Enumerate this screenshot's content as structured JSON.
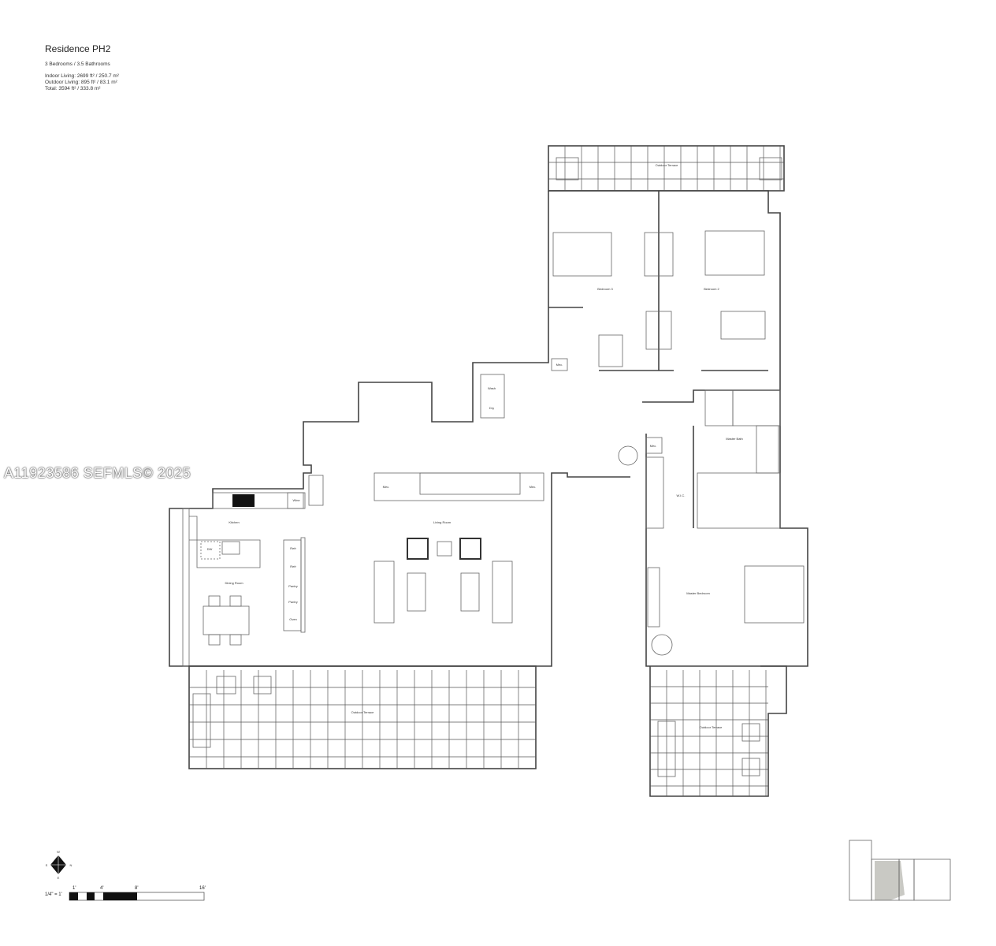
{
  "header": {
    "title": "Residence PH2",
    "bedrooms_baths": "3 Bedrooms / 3.5 Bathrooms",
    "indoor": "Indoor Living: 2699 ft² / 250.7 m²",
    "outdoor": "Outdoor Living: 895 ft² / 83.1 m²",
    "total": "Total: 3594 ft² / 333.8 m²"
  },
  "rooms": {
    "terrace_top": "Outdoor Terrace",
    "bedroom3": "Bedroom 3",
    "bedroom2": "Bedroom 2",
    "wash": "Wash",
    "dry": "Dry",
    "mec1": "Mec.",
    "mec2": "Mec.",
    "mec3": "Mec.",
    "mec4": "Mec.",
    "master_bath": "Master Bath",
    "wic": "W.I.C.",
    "master_bedroom": "Master Bedroom",
    "kitchen": "Kitchen",
    "wine": "Wine",
    "dw": "DW",
    "refr1": "Refr",
    "refr2": "Refr",
    "pantry1": "Pantry",
    "pantry2": "Pantry",
    "oven": "Oven",
    "dining": "Dining Room",
    "living": "Living Room",
    "terrace_main": "Outdoor Terrace",
    "terrace_master": "Outdoor Terrace"
  },
  "legend": {
    "compass": {
      "n": "N",
      "s": "S",
      "e": "E",
      "w": "W"
    },
    "scale_caption": "1/4\" = 1'",
    "scale_ticks": [
      "1'",
      "4'",
      "8'",
      "16'"
    ]
  },
  "watermark": "A11923586  SEFMLS© 2025",
  "keyplan_highlight_color": "#c9c9c4"
}
